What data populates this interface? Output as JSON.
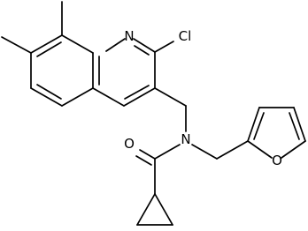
{
  "molecule": {
    "atoms": {
      "N1": "N",
      "Cl": "Cl",
      "N2": "N",
      "O1": "O",
      "O2": "O"
    }
  }
}
